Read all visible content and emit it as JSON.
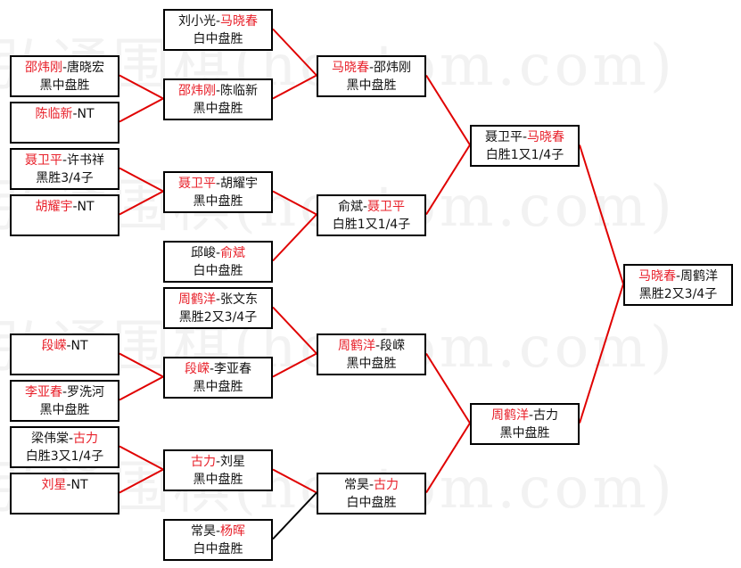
{
  "watermark": "弘通围棋(hoetom.com)",
  "colors": {
    "winner": "#e8202a",
    "line_winner": "#e00000",
    "line_other": "#000000"
  },
  "separator": "-",
  "matches": [
    {
      "a": "邵炜刚",
      "b": "唐晓宏",
      "winner": "a",
      "result": "黑中盘胜"
    },
    {
      "a": "陈临新",
      "b": "NT",
      "winner": "a",
      "result": ""
    },
    {
      "a": "聂卫平",
      "b": "许书祥",
      "winner": "a",
      "result": "黑胜3/4子"
    },
    {
      "a": "胡耀宇",
      "b": "NT",
      "winner": "a",
      "result": ""
    },
    {
      "a": "段嵘",
      "b": "NT",
      "winner": "a",
      "result": ""
    },
    {
      "a": "李亚春",
      "b": "罗洗河",
      "winner": "a",
      "result": "黑中盘胜"
    },
    {
      "a": "梁伟棠",
      "b": "古力",
      "winner": "b",
      "result": "白胜3又1/4子"
    },
    {
      "a": "刘星",
      "b": "NT",
      "winner": "a",
      "result": ""
    },
    {
      "a": "刘小光",
      "b": "马晓春",
      "winner": "b",
      "result": "白中盘胜"
    },
    {
      "a": "邵炜刚",
      "b": "陈临新",
      "winner": "a",
      "result": "黑中盘胜"
    },
    {
      "a": "聂卫平",
      "b": "胡耀宇",
      "winner": "a",
      "result": "黑中盘胜"
    },
    {
      "a": "邱峻",
      "b": "俞斌",
      "winner": "b",
      "result": "白中盘胜"
    },
    {
      "a": "周鹤洋",
      "b": "张文东",
      "winner": "a",
      "result": "黑胜2又3/4子"
    },
    {
      "a": "段嵘",
      "b": "李亚春",
      "winner": "a",
      "result": "黑中盘胜"
    },
    {
      "a": "古力",
      "b": "刘星",
      "winner": "a",
      "result": "黑中盘胜"
    },
    {
      "a": "常昊",
      "b": "杨晖",
      "winner": "b",
      "result": "白中盘胜"
    },
    {
      "a": "马晓春",
      "b": "邵炜刚",
      "winner": "a",
      "result": "黑中盘胜"
    },
    {
      "a": "俞斌",
      "b": "聂卫平",
      "winner": "b",
      "result": "白胜1又1/4子"
    },
    {
      "a": "周鹤洋",
      "b": "段嵘",
      "winner": "a",
      "result": "黑中盘胜"
    },
    {
      "a": "常昊",
      "b": "古力",
      "winner": "b",
      "result": "白中盘胜"
    },
    {
      "a": "聂卫平",
      "b": "马晓春",
      "winner": "b",
      "result": "白胜1又1/4子"
    },
    {
      "a": "周鹤洋",
      "b": "古力",
      "winner": "a",
      "result": "黑中盘胜"
    },
    {
      "a": "马晓春",
      "b": "周鹤洋",
      "winner": "a",
      "result": "黑胜2又3/4子"
    }
  ]
}
